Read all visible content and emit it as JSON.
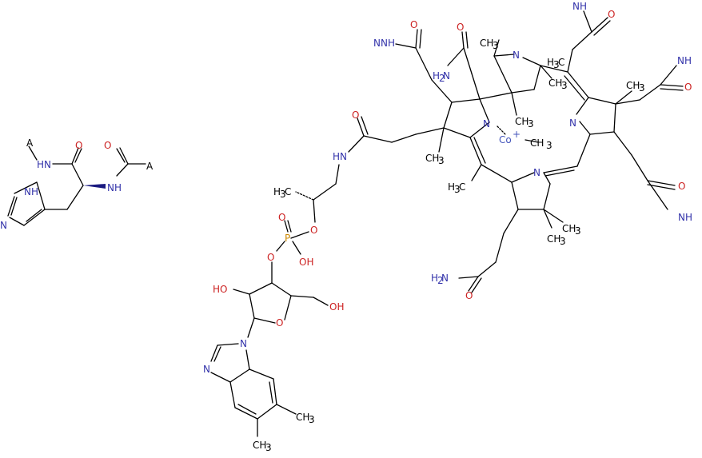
{
  "colors": {
    "bond": "#000000",
    "carbon": "#000000",
    "nitrogen": "#3333aa",
    "oxygen": "#cc2222",
    "phosphorus": "#cc8800",
    "cobalt": "#4455bb",
    "stereo_wedge": "#000000",
    "stereo_wedge_blue": "#1a1a80"
  },
  "labels": {
    "his_a1": "A",
    "his_a2": "A",
    "his_hn": "HN",
    "his_nh": "NH",
    "his_o1": "O",
    "his_o2": "O",
    "his_imid_nh": "NH",
    "his_imid_n": "N",
    "amide_top_nh2": "NH",
    "amide_top_o": "O",
    "amide_tl_h2n": "H",
    "amide_tl_n": "N",
    "amide_tl_o": "O",
    "amide_c1_o": "O",
    "amide_c1_h2n": "H",
    "amide_c1_n": "N",
    "amide_tr_nh2": "NH",
    "amide_tr_o": "O",
    "amide_right_nh2": "NH",
    "amide_right_o": "O",
    "amide_r2_nh2": "NH",
    "amide_r2_o": "O",
    "amide_bot_h2n": "H",
    "amide_bot_n": "N",
    "amide_bot_o": "O",
    "ring_n_top": "N",
    "ring_n_left": "N",
    "ring_n_right": "N",
    "ring_n_bottom": "N",
    "cobalt": "Co",
    "cobalt_charge": "+",
    "co_methyl": "CH",
    "methyl_h3c_1": "H",
    "methyl_h3c_2": "C",
    "ch3_a": "CH",
    "ch3_b": "CH",
    "ch3_c": "CH",
    "ch3_d": "CH",
    "ch3_e": "CH",
    "ch3_f": "CH",
    "ch3_g": "CH",
    "h3c_a": "H",
    "h3c_a2": "C",
    "h3c_b": "H",
    "h3c_b2": "C",
    "linker_o": "O",
    "linker_hn": "HN",
    "linker_h3c": "H",
    "linker_h3c2": "C",
    "p": "P",
    "p_o_double": "O",
    "p_o_ester1": "O",
    "p_o_ester2": "O",
    "p_oh": "OH",
    "ho_ribose": "HO",
    "oh_ribose": "OH",
    "ribose_o": "O",
    "benz_n1": "N",
    "benz_n2": "N",
    "benz_ch3_1": "CH",
    "benz_ch3_2": "CH",
    "sub3": "3",
    "sub2": "2"
  }
}
